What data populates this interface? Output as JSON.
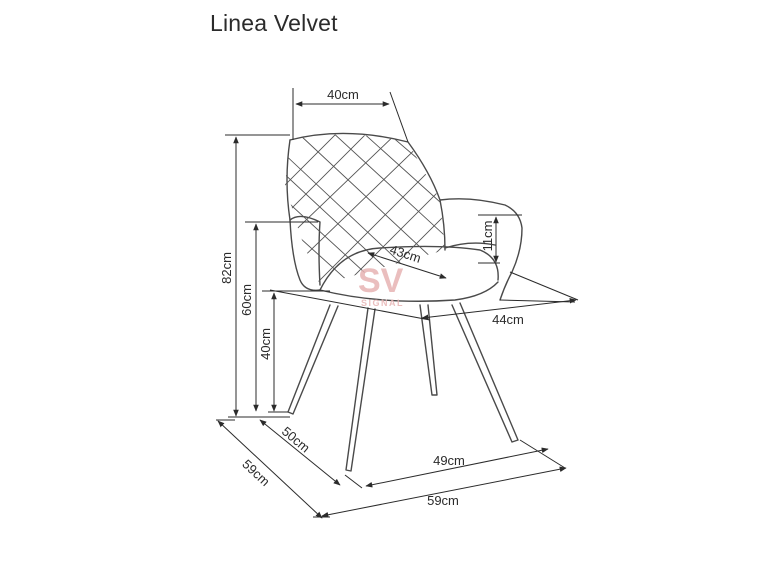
{
  "title": "Linea Velvet",
  "watermark": {
    "mark": "SV",
    "label": "SIGNAL",
    "color": "#e7b3b3"
  },
  "dimensions": {
    "back_width": "40cm",
    "total_height": "82cm",
    "armrest_height": "60cm",
    "seat_height": "40cm",
    "armrest_drop": "11cm",
    "seat_depth": "43cm",
    "seat_width": "44cm",
    "leg_depth": "50cm",
    "leg_width": "49cm",
    "total_depth": "59cm",
    "total_width": "59cm"
  }
}
